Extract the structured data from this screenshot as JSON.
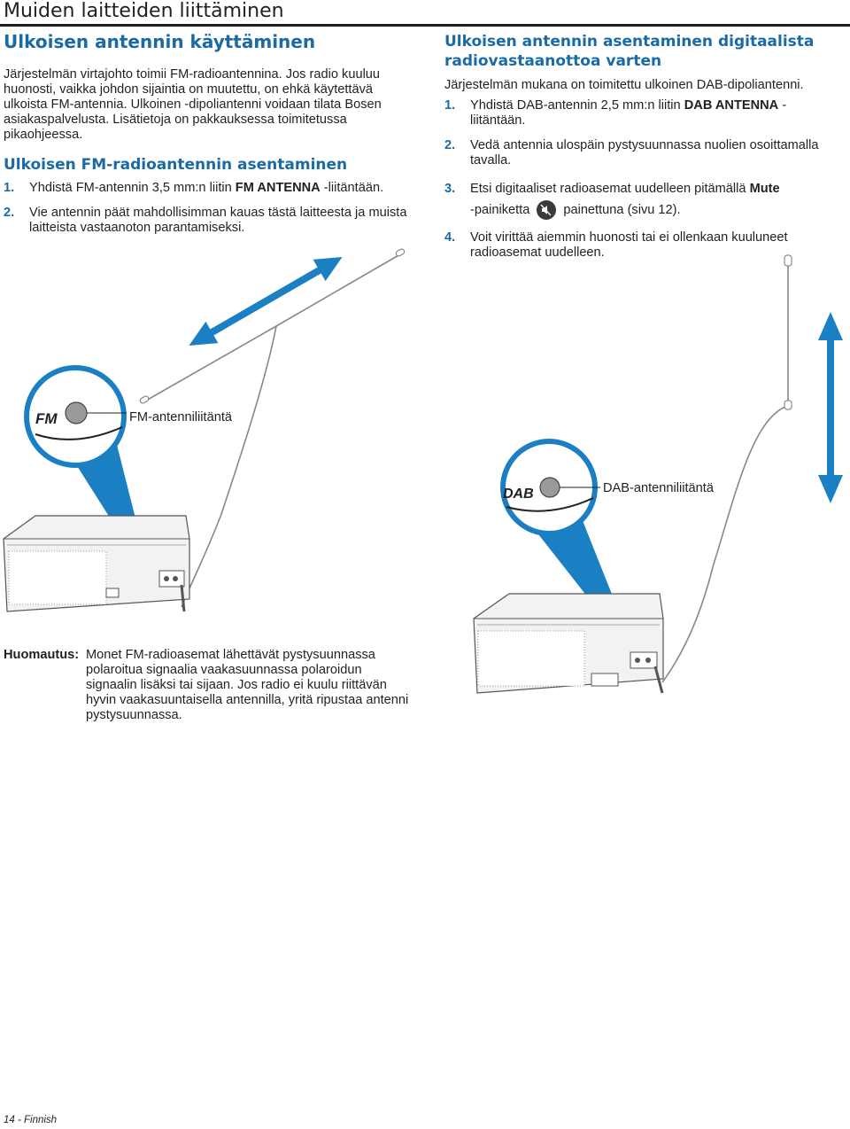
{
  "page": {
    "title": "Muiden laitteiden liittäminen",
    "footer": "14 - Finnish"
  },
  "fm": {
    "section_title": "Ulkoisen antennin käyttäminen",
    "intro": "Järjestelmän virtajohto toimii FM-radioantennina. Jos radio kuuluu huonosti, vaikka johdon sijaintia on muutettu, on ehkä käytettävä ulkoista FM-antennia. Ulkoinen -dipoliantenni voidaan tilata Bosen asiakaspalvelusta. Lisätietoja on pakkauksessa toimitetussa pikaohjeessa.",
    "install_title": "Ulkoisen FM-radioantennin asentaminen",
    "steps": [
      {
        "num": "1.",
        "pre": "Yhdistä FM-antennin 3,5 mm:n liitin ",
        "bold": "FM ANTENNA",
        "post": " -liitäntään."
      },
      {
        "num": "2.",
        "text": "Vie antennin päät mahdollisimman kauas tästä laitteesta ja muista laitteista vastaanoton parantamiseksi."
      }
    ],
    "callout_badge": "FM",
    "callout_label": "FM-antenniliitäntä"
  },
  "dab": {
    "section_title": "Ulkoisen antennin asentaminen digitaalista radiovastaanottoa varten",
    "intro": "Järjestelmän mukana on toimitettu ulkoinen DAB-dipoliantenni.",
    "steps": [
      {
        "num": "1.",
        "pre": "Yhdistä DAB-antennin 2,5 mm:n liitin ",
        "bold": "DAB ANTENNA",
        "post": " -liitäntään."
      },
      {
        "num": "2.",
        "text": "Vedä antennia ulospäin pystysuunnassa nuolien osoittamalla tavalla."
      },
      {
        "num": "3.",
        "pre": "Etsi digitaaliset radioasemat uudelleen pitämällä ",
        "bold": "Mute",
        "mid": "-painiketta",
        "post": "painettuna (sivu 12).",
        "icon": "mute-speaker-icon"
      },
      {
        "num": "4.",
        "text": "Voit virittää aiemmin huonosti tai ei ollenkaan kuuluneet radioasemat uudelleen."
      }
    ],
    "callout_badge": "DAB",
    "callout_label": "DAB-antenniliitäntä"
  },
  "note": {
    "label": "Huomautus:",
    "text": "Monet FM-radioasemat lähettävät pystysuunnassa polaroitua signaalia vaakasuunnassa polaroidun signaalin lisäksi tai sijaan. Jos radio ei kuulu riittävän hyvin vaakasuuntaisella antennilla, yritä ripustaa antenni pystysuunnassa."
  },
  "colors": {
    "accent_blue": "#1a6aa6",
    "arrow_blue": "#1b7fc4",
    "text": "#231f20"
  }
}
